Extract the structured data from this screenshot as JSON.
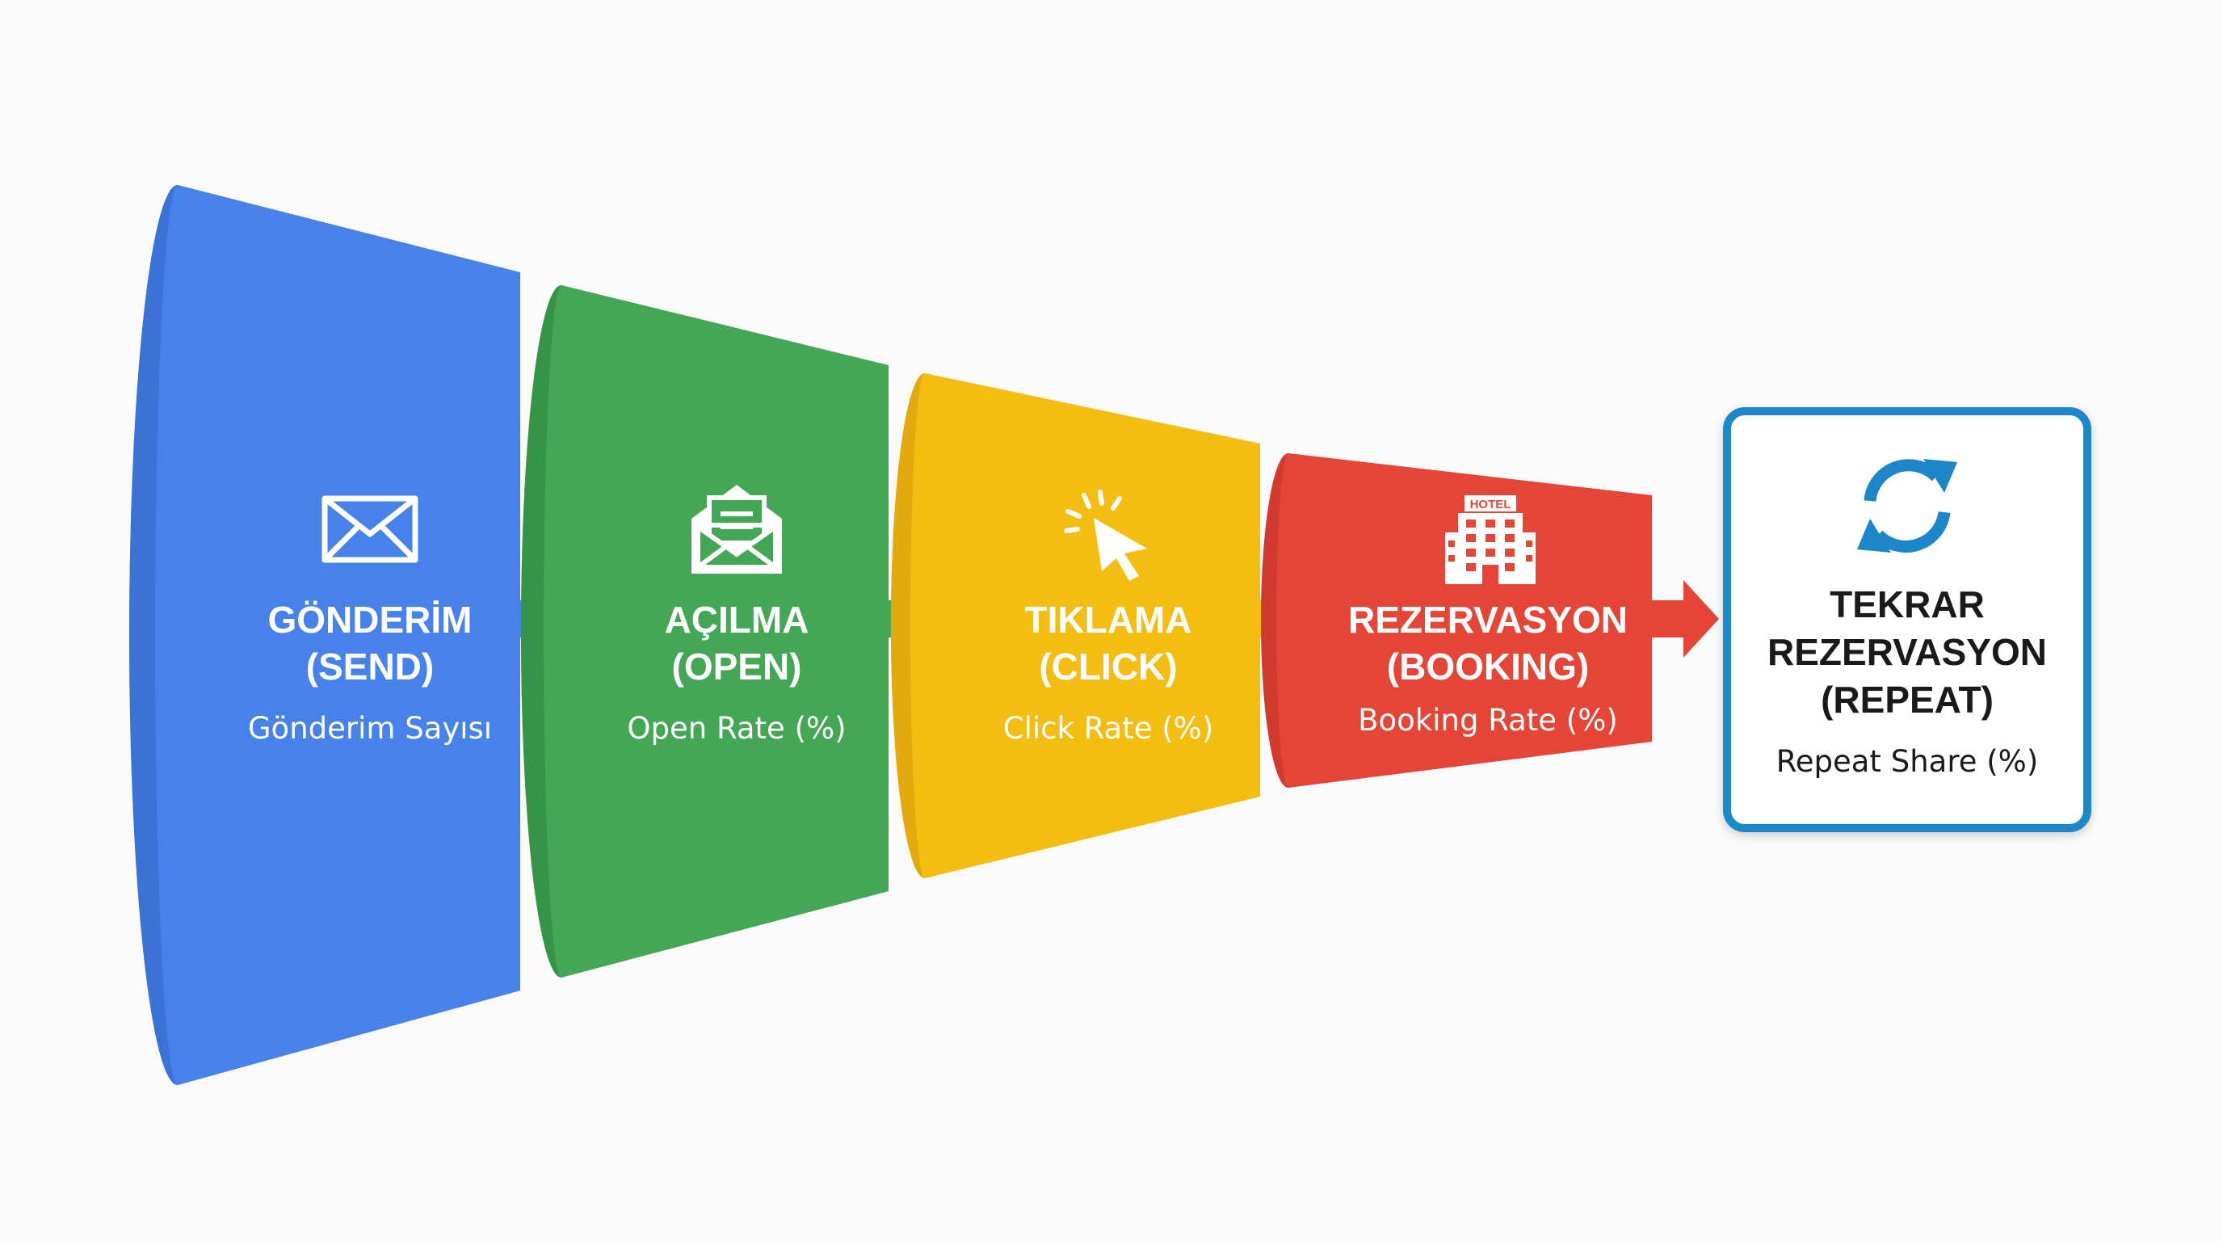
{
  "stages": [
    {
      "title_line1": "GÖNDERİM",
      "title_line2": "(SEND)",
      "metric": "Gönderim Sayısı",
      "icon": "envelope-icon",
      "color": "#4682ea",
      "dark_color": "#3466c4"
    },
    {
      "title_line1": "AÇILMA",
      "title_line2": "(OPEN)",
      "metric": "Open Rate (%)",
      "icon": "open-envelope-icon",
      "color": "#43a755",
      "dark_color": "#2f8741"
    },
    {
      "title_line1": "TIKLAMA",
      "title_line2": "(CLICK)",
      "metric": "Click Rate (%)",
      "icon": "cursor-click-icon",
      "color": "#f4bd12",
      "dark_color": "#d69c0a"
    },
    {
      "title_line1": "REZERVASYON",
      "title_line2": "(BOOKING)",
      "metric": "Booking Rate (%)",
      "icon": "hotel-icon",
      "icon_label": "HOTEL",
      "color": "#e54537",
      "dark_color": "#c2332a"
    }
  ],
  "final": {
    "title_line1": "TEKRAR",
    "title_line2": "REZERVASYON",
    "title_line3": "(REPEAT)",
    "metric": "Repeat Share (%)",
    "icon": "refresh-icon",
    "border_color": "#1b87c9"
  }
}
